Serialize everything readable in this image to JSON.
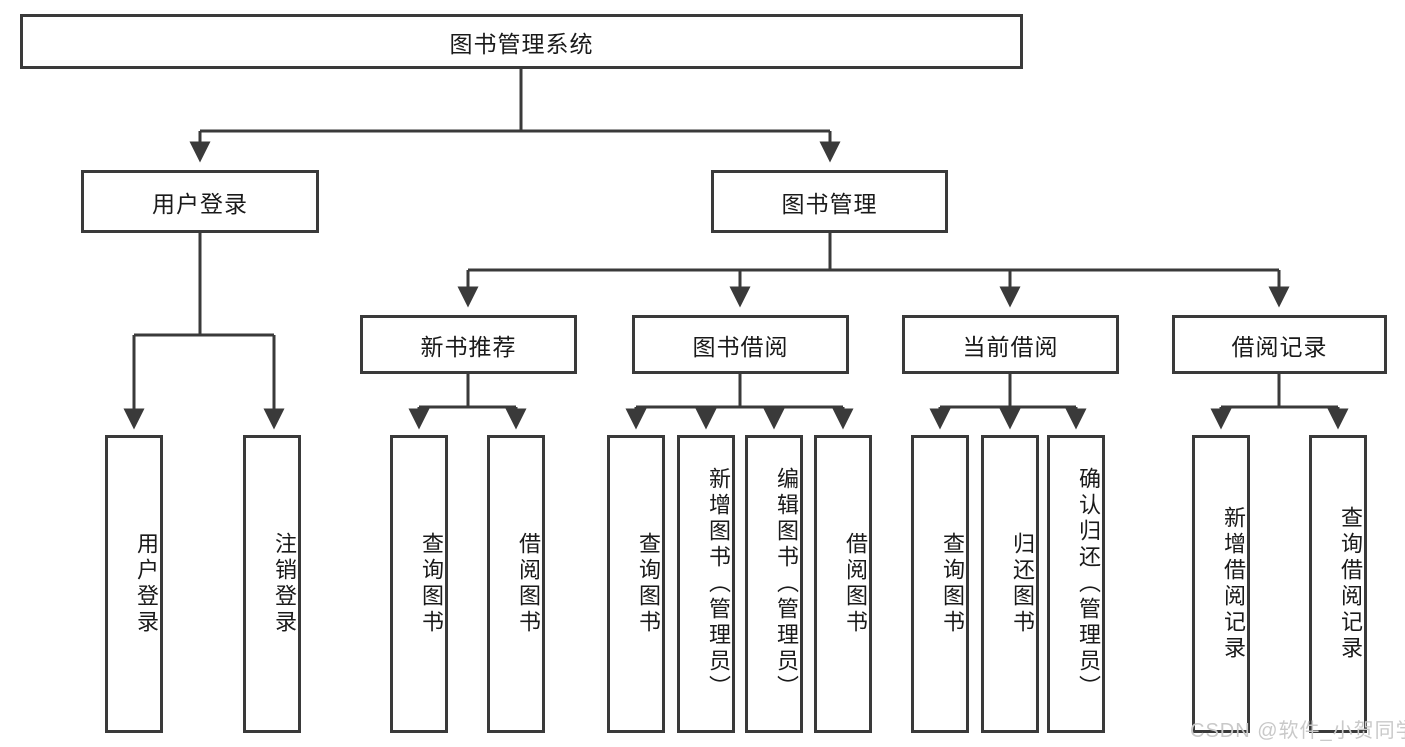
{
  "diagram": {
    "title_node": {
      "label": "图书管理系统"
    },
    "level1": [
      {
        "key": "user_login",
        "label": "用户登录"
      },
      {
        "key": "book_mgmt",
        "label": "图书管理"
      }
    ],
    "level2": [
      {
        "key": "new_book_rec",
        "label": "新书推荐"
      },
      {
        "key": "book_borrow",
        "label": "图书借阅"
      },
      {
        "key": "current_borrow",
        "label": "当前借阅"
      },
      {
        "key": "borrow_record",
        "label": "借阅记录"
      }
    ],
    "leaves": {
      "user_login": [
        {
          "label": "用户登录"
        },
        {
          "label": "注销登录"
        }
      ],
      "new_book_rec": [
        {
          "label": "查询图书"
        },
        {
          "label": "借阅图书"
        }
      ],
      "book_borrow": [
        {
          "label": "查询图书"
        },
        {
          "label": "新增图书（管理员）"
        },
        {
          "label": "编辑图书（管理员）"
        },
        {
          "label": "借阅图书"
        }
      ],
      "current_borrow": [
        {
          "label": "查询图书"
        },
        {
          "label": "归还图书"
        },
        {
          "label": "确认归还（管理员）"
        }
      ],
      "borrow_record": [
        {
          "label": "新增借阅记录"
        },
        {
          "label": "查询借阅记录"
        }
      ]
    },
    "watermark": {
      "text": "CSDN @软件_小贺同学"
    },
    "colors": {
      "stroke": "#3a3a3a",
      "fill": "#ffffff",
      "text": "#1a1a1a",
      "watermark": "#c9c9c9"
    }
  }
}
